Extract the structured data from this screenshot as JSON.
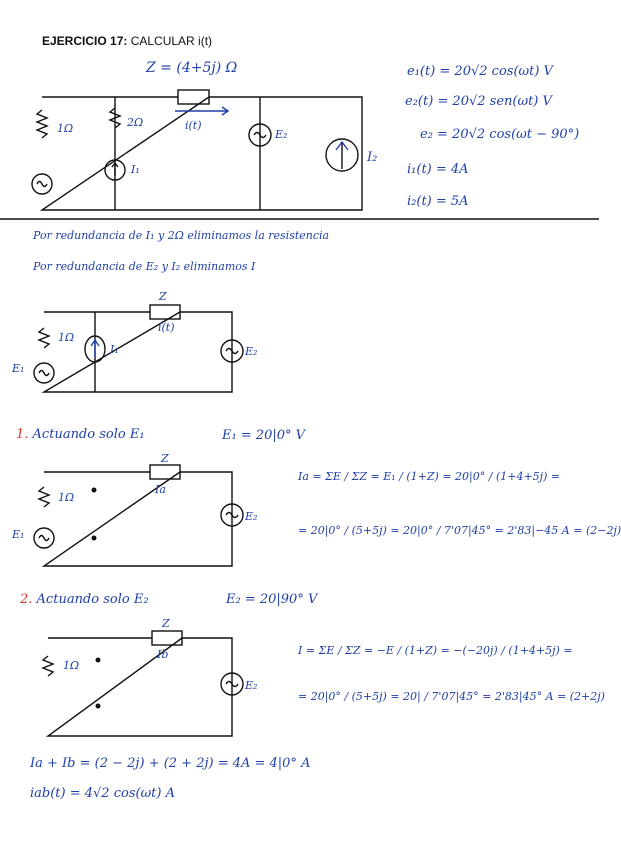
{
  "header": {
    "exercise_label": "EJERCICIO 17:",
    "exercise_task": "CALCULAR i(t)"
  },
  "given": {
    "z": "Z = (4+5j) Ω",
    "e1": "e₁(t) = 20√2 cos(ωt) V",
    "e2": "e₂(t) = 20√2 sen(ωt) V",
    "e2_alt": "e₂ = 20√2 cos(ωt − 90°)",
    "i1": "i₁(t) = 4A",
    "i2": "i₂(t) = 5A"
  },
  "circuit_labels": {
    "r1": "1Ω",
    "r2": "2Ω",
    "current": "i(t)",
    "I1": "I₁",
    "I2": "I₂",
    "E1": "E₁",
    "E2": "E₂",
    "Z": "Z",
    "Ia": "Ia",
    "Ib": "Ib"
  },
  "notes": {
    "line1": "Por redundancia de I₁ y 2Ω eliminamos la resistencia",
    "line2": "Por redundancia de E₂ y I₂ eliminamos I"
  },
  "step1": {
    "number": "1.",
    "title": "Actuando solo E₁",
    "source": "E₁ = 20|0° V",
    "eq1": "Ia = ΣE / ΣZ = E₁ / (1+Z) = 20|0° / (1+4+5j) =",
    "eq2": "= 20|0° / (5+5j) = 20|0° / 7'07|45° = 2'83|−45 A = (2−2j)"
  },
  "step2": {
    "number": "2.",
    "title": "Actuando solo E₂",
    "source": "E₂ = 20|90° V",
    "eq1": "I = ΣE / ΣZ = −E / (1+Z) = −(−20j) / (1+4+5j) =",
    "eq2": "= 20|0° / (5+5j) = 20| / 7'07|45° = 2'83|45° A = (2+2j)"
  },
  "result": {
    "sum": "Ia + Ib = (2 − 2j) + (2 + 2j) = 4A = 4|0° A",
    "final": "iab(t) = 4√2 cos(ωt) A"
  },
  "colors": {
    "ink": "#1f3fa6",
    "accent": "#d9342b"
  }
}
